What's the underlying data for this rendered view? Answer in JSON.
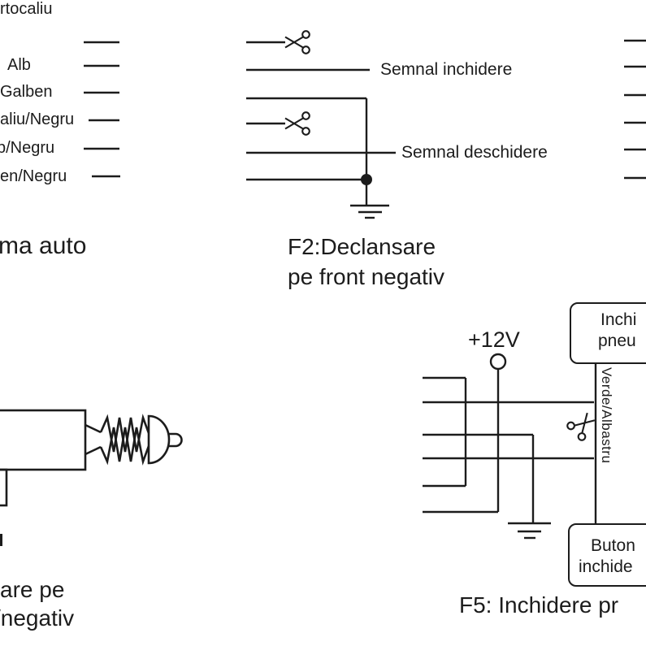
{
  "colors": {
    "ink": "#1c1c1c",
    "background": "#ffffff"
  },
  "icons": {
    "scissors": "✂"
  },
  "left_panel": {
    "wire_labels": [
      "rtocaliu",
      "Alb",
      "Galben",
      "aliu/Negru",
      "b/Negru",
      "en/Negru"
    ],
    "caption": "ma auto"
  },
  "f2_panel": {
    "signal_close_label": "Semnal inchidere",
    "signal_open_label": "Semnal deschidere",
    "caption_line1": "F2:Declansare",
    "caption_line2": "pe front negativ"
  },
  "f3_panel": {
    "caption_line1": "are pe",
    "caption_line2": "/negativ"
  },
  "f5_panel": {
    "power_label": "+12V",
    "top_box_line1": "Inchi",
    "top_box_line2": "pneu",
    "vertical_wire_label": "Verde/Albastru",
    "bottom_box_line1": "Buton",
    "bottom_box_line2": "inchide",
    "caption": "F5: Inchidere pr"
  }
}
